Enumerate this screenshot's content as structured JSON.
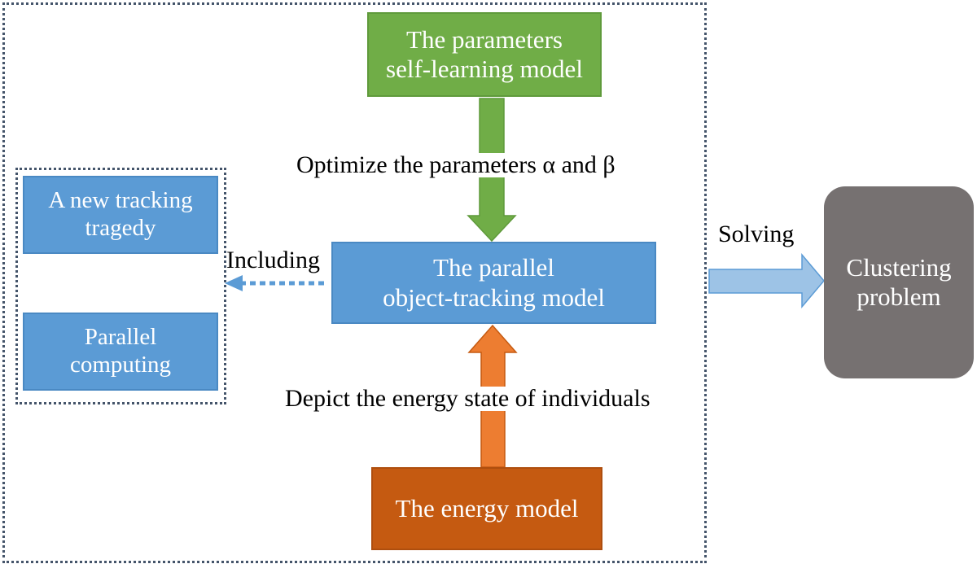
{
  "boxes": {
    "self_learning": "The parameters\nself-learning model",
    "parallel": "The parallel\nobject-tracking model",
    "energy": "The energy model",
    "tracking_strategy": "A new tracking\ntragedy",
    "parallel_computing": "Parallel\ncomputing",
    "clustering": "Clustering\nproblem"
  },
  "labels": {
    "optimize": "Optimize the parameters α and β",
    "depict": "Depict the energy state of individuals",
    "including": "Including",
    "solving": "Solving"
  },
  "colors": {
    "green": "#70ad47",
    "blue": "#5b9bd5",
    "orange_dark": "#c55a11",
    "orange_arrow": "#ed7d31",
    "grey": "#767171",
    "light_blue_arrow": "#9dc3e6",
    "dotted_border": "#44546a"
  }
}
